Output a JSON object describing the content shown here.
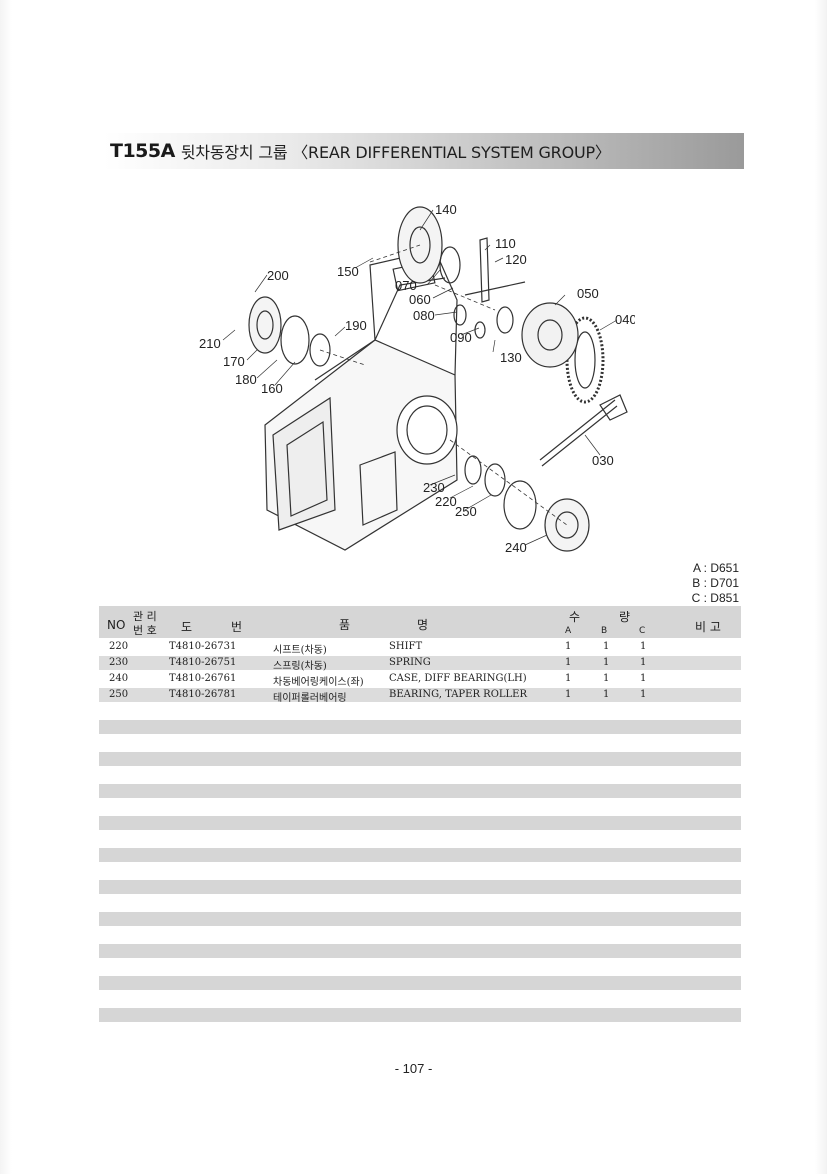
{
  "header": {
    "code": "T155A",
    "title": "뒷차동장치 그룹 〈REAR DIFFERENTIAL SYSTEM GROUP〉"
  },
  "diagram": {
    "callouts": [
      "140",
      "110",
      "120",
      "150",
      "070",
      "060",
      "080",
      "090",
      "130",
      "050",
      "040",
      "200",
      "190",
      "210",
      "170",
      "180",
      "160",
      "030",
      "230",
      "220",
      "250",
      "240"
    ]
  },
  "variants": [
    "A : D651",
    "B : D701",
    "C : D851"
  ],
  "table": {
    "headers": {
      "no": "NO",
      "mgmt_top": "관 리",
      "mgmt_bottom": "번 호",
      "drawing_no_1": "도",
      "drawing_no_2": "번",
      "name_1": "품",
      "name_2": "명",
      "qty_1": "수",
      "qty_2": "량",
      "col_a": "A",
      "col_b": "B",
      "col_c": "C",
      "remarks": "비 고"
    },
    "rows": [
      {
        "no": "220",
        "part_no": "T4810-26731",
        "name_kr": "시프트(차동)",
        "name_en": "SHIFT",
        "a": "1",
        "b": "1",
        "c": "1"
      },
      {
        "no": "230",
        "part_no": "T4810-26751",
        "name_kr": "스프링(차동)",
        "name_en": "SPRING",
        "a": "1",
        "b": "1",
        "c": "1"
      },
      {
        "no": "240",
        "part_no": "T4810-26761",
        "name_kr": "차동베어링케이스(좌)",
        "name_en": "CASE, DIFF BEARING(LH)",
        "a": "1",
        "b": "1",
        "c": "1"
      },
      {
        "no": "250",
        "part_no": "T4810-26781",
        "name_kr": "테이퍼롤러베어링",
        "name_en": "BEARING, TAPER ROLLER",
        "a": "1",
        "b": "1",
        "c": "1"
      }
    ]
  },
  "page_number": "- 107 -"
}
